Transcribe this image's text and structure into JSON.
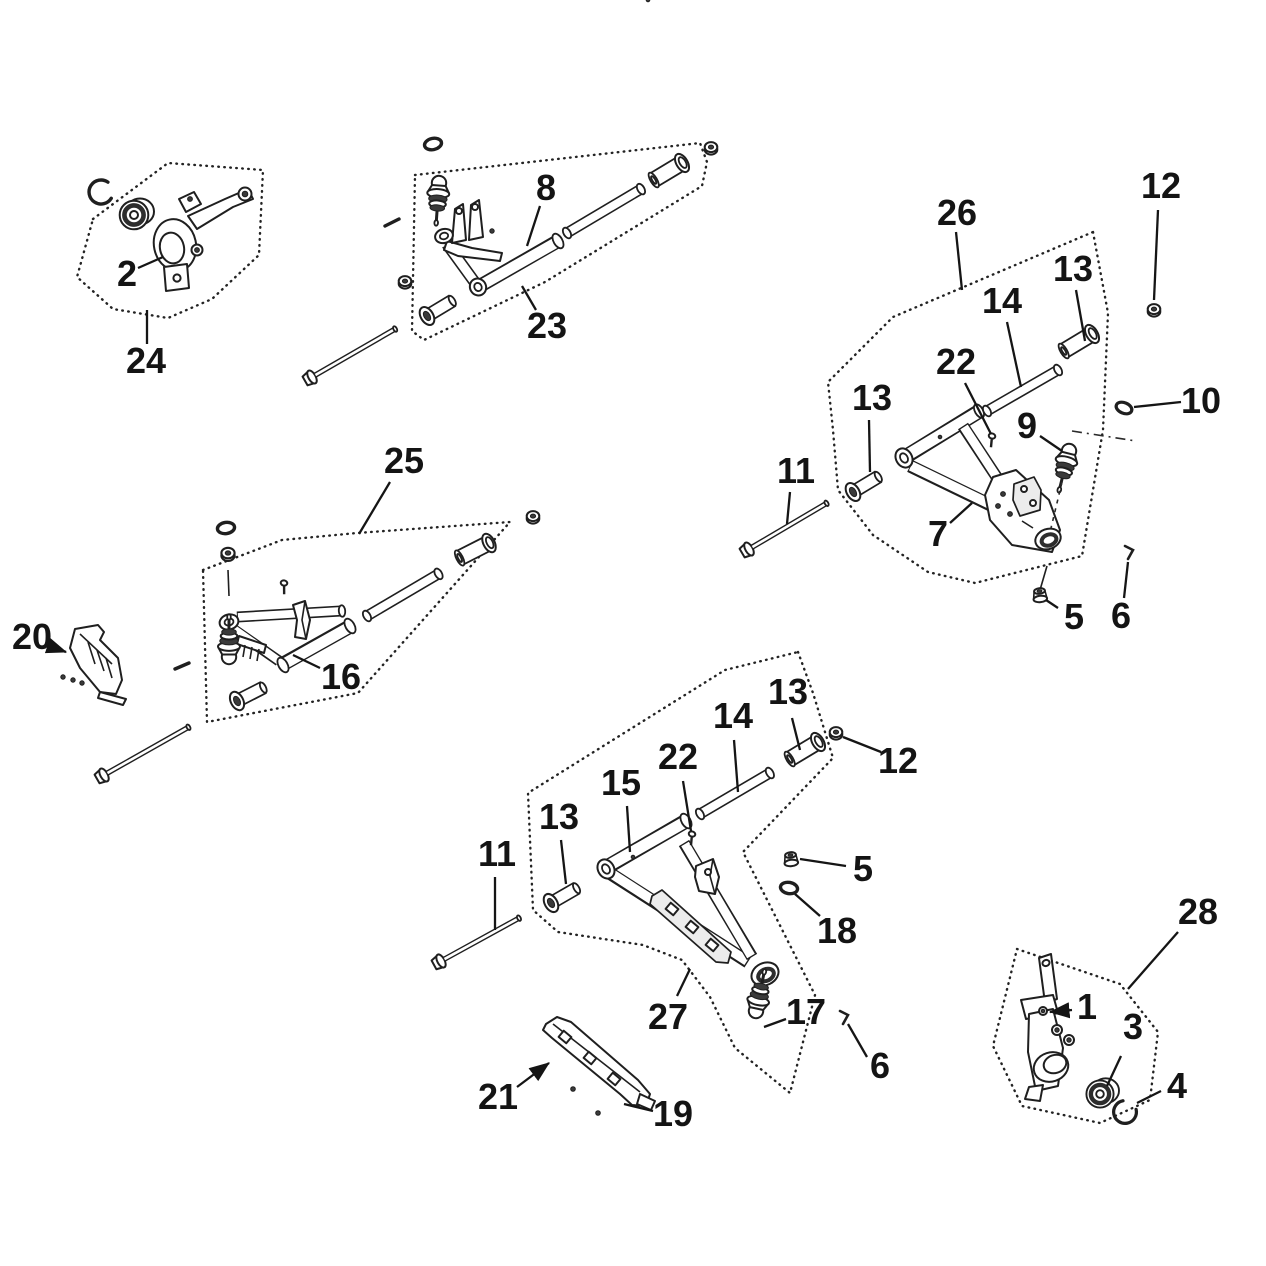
{
  "figure": {
    "background": "#ffffff",
    "ink": "#141414",
    "outline_style": "dotted"
  },
  "callouts": [
    {
      "text": "2"
    },
    {
      "text": "24"
    },
    {
      "text": "8"
    },
    {
      "text": "23"
    },
    {
      "text": "26"
    },
    {
      "text": "13"
    },
    {
      "text": "14"
    },
    {
      "text": "22"
    },
    {
      "text": "9"
    },
    {
      "text": "13"
    },
    {
      "text": "11"
    },
    {
      "text": "7"
    },
    {
      "text": "5"
    },
    {
      "text": "6"
    },
    {
      "text": "12"
    },
    {
      "text": "10"
    },
    {
      "text": "25"
    },
    {
      "text": "16"
    },
    {
      "text": "20"
    },
    {
      "text": "15"
    },
    {
      "text": "22"
    },
    {
      "text": "14"
    },
    {
      "text": "13"
    },
    {
      "text": "12"
    },
    {
      "text": "13"
    },
    {
      "text": "11"
    },
    {
      "text": "5"
    },
    {
      "text": "18"
    },
    {
      "text": "27"
    },
    {
      "text": "17"
    },
    {
      "text": "6"
    },
    {
      "text": "19"
    },
    {
      "text": "21"
    },
    {
      "text": "28"
    },
    {
      "text": "1"
    },
    {
      "text": "3"
    },
    {
      "text": "4"
    }
  ]
}
